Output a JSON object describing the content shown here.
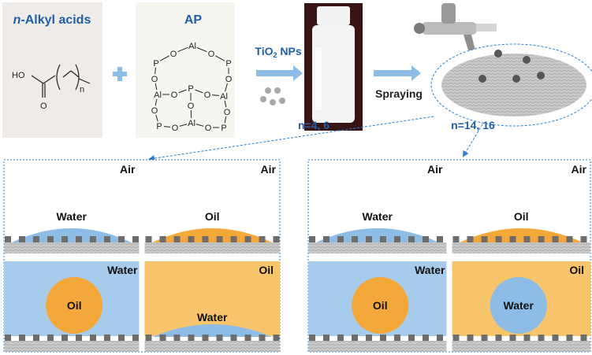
{
  "top": {
    "box1_title_italic": "n",
    "box1_title_rest": "-Alkyl acids",
    "acid": {
      "ho": "HO",
      "o": "O",
      "sub": "n"
    },
    "box2_title": "AP",
    "ap_atoms": {
      "al": "Al",
      "p": "P",
      "o": "O"
    },
    "tio2_label": "TiO",
    "tio2_sub": "2",
    "tio2_rest": " NPs",
    "spraying_label": "Spraying",
    "n_short": "n=4, 6",
    "n_long": "n=14, 16"
  },
  "panels": [
    {
      "air_left": "Air",
      "air_right": "Air",
      "drop_left": "Water",
      "drop_right": "Oil",
      "medium_left": "Water",
      "medium_right": "Oil",
      "under_left": "Oil",
      "under_right": "Water"
    },
    {
      "air_left": "Air",
      "air_right": "Air",
      "drop_left": "Water",
      "drop_right": "Oil",
      "medium_left": "Water",
      "medium_right": "Oil",
      "under_left": "Oil",
      "under_right": "Water"
    }
  ],
  "colors": {
    "title": "#1f5fa8",
    "water": "#a7cbea",
    "water_drop": "#8dbce6",
    "oil": "#f5a83a",
    "oil_medium": "#f8c46c",
    "arrow": "#8cbde6"
  }
}
